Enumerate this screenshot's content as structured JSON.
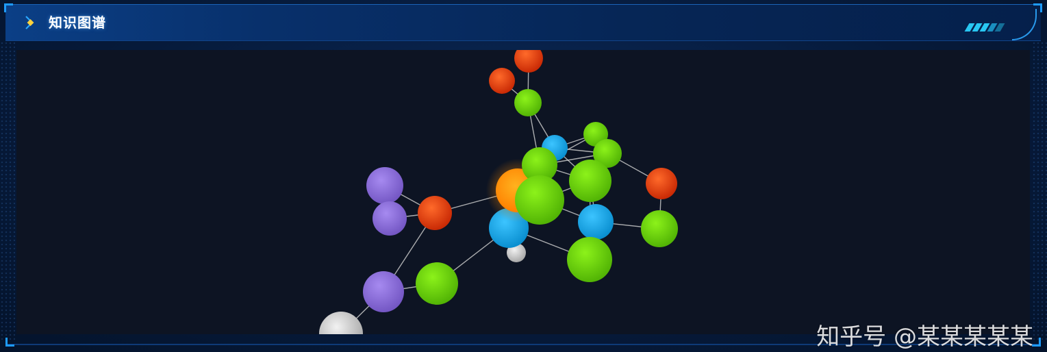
{
  "panel": {
    "title": "知识图谱"
  },
  "watermark": {
    "text": "知乎号 @某某某某某"
  },
  "colors": {
    "red": "#e03a0c",
    "green": "#6fd40a",
    "blue": "#10a8e8",
    "purple": "#8b6fd6",
    "gray": "#cfcfcf",
    "orange": "#ff9a00",
    "edge": "#c8c8c8",
    "accent": "#1e9bff"
  },
  "graph": {
    "nodes": [
      {
        "id": "n_top_red",
        "color": "red",
        "label": ""
      },
      {
        "id": "n_red_left_top",
        "color": "red",
        "label": ""
      },
      {
        "id": "n_green_top",
        "color": "green",
        "label": ""
      },
      {
        "id": "n_blue_small",
        "color": "blue",
        "label": ""
      },
      {
        "id": "n_green_right_small1",
        "color": "green",
        "label": ""
      },
      {
        "id": "n_green_right_small2",
        "color": "green",
        "label": ""
      },
      {
        "id": "n_green_mid_top",
        "color": "green",
        "label": ""
      },
      {
        "id": "n_green_right_big",
        "color": "green",
        "label": ""
      },
      {
        "id": "n_center_orange",
        "color": "orange",
        "label": ""
      },
      {
        "id": "n_center_green",
        "color": "green",
        "label": ""
      },
      {
        "id": "n_red_right",
        "color": "red",
        "label": ""
      },
      {
        "id": "n_blue_right",
        "color": "blue",
        "label": ""
      },
      {
        "id": "n_green_far_right",
        "color": "green",
        "label": ""
      },
      {
        "id": "n_green_bottom_right",
        "color": "green",
        "label": ""
      },
      {
        "id": "n_blue_center",
        "color": "blue",
        "label": ""
      },
      {
        "id": "n_gray_small",
        "color": "gray",
        "label": ""
      },
      {
        "id": "n_purple_top",
        "color": "purple",
        "label": ""
      },
      {
        "id": "n_purple_mid",
        "color": "purple",
        "label": ""
      },
      {
        "id": "n_red_mid_left",
        "color": "red",
        "label": ""
      },
      {
        "id": "n_green_bottom_left",
        "color": "green",
        "label": ""
      },
      {
        "id": "n_purple_bottom",
        "color": "purple",
        "label": ""
      },
      {
        "id": "n_gray_bottom",
        "color": "gray",
        "label": ""
      }
    ],
    "edges": [
      [
        "n_top_red",
        "n_green_top"
      ],
      [
        "n_red_left_top",
        "n_green_top"
      ],
      [
        "n_green_top",
        "n_green_mid_top"
      ],
      [
        "n_green_top",
        "n_blue_small"
      ],
      [
        "n_blue_small",
        "n_green_right_small1"
      ],
      [
        "n_blue_small",
        "n_green_right_small2"
      ],
      [
        "n_green_mid_top",
        "n_green_right_small2"
      ],
      [
        "n_green_mid_top",
        "n_green_right_small1"
      ],
      [
        "n_green_mid_top",
        "n_center_orange"
      ],
      [
        "n_green_mid_top",
        "n_green_right_big"
      ],
      [
        "n_green_right_small2",
        "n_red_right"
      ],
      [
        "n_red_right",
        "n_green_far_right"
      ],
      [
        "n_center_orange",
        "n_center_green"
      ],
      [
        "n_center_orange",
        "n_red_mid_left"
      ],
      [
        "n_center_green",
        "n_green_right_big"
      ],
      [
        "n_center_green",
        "n_blue_right"
      ],
      [
        "n_center_green",
        "n_blue_center"
      ],
      [
        "n_green_right_big",
        "n_blue_right"
      ],
      [
        "n_green_right_big",
        "n_green_bottom_right"
      ],
      [
        "n_blue_right",
        "n_green_far_right"
      ],
      [
        "n_blue_right",
        "n_green_bottom_right"
      ],
      [
        "n_blue_center",
        "n_green_bottom_right"
      ],
      [
        "n_blue_center",
        "n_gray_small"
      ],
      [
        "n_blue_center",
        "n_green_bottom_left"
      ],
      [
        "n_red_mid_left",
        "n_purple_top"
      ],
      [
        "n_red_mid_left",
        "n_purple_mid"
      ],
      [
        "n_red_mid_left",
        "n_purple_bottom"
      ],
      [
        "n_green_bottom_left",
        "n_purple_bottom"
      ],
      [
        "n_purple_bottom",
        "n_gray_bottom"
      ],
      [
        "n_blue_small",
        "n_green_right_big"
      ]
    ]
  }
}
